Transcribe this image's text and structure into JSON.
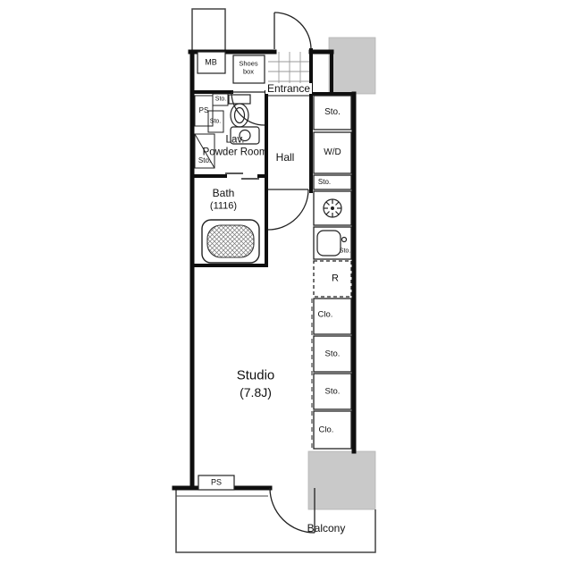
{
  "plan_title": "Studio apartment floor plan",
  "labels": {
    "mb": "MB",
    "shoes_box": [
      "Shoes",
      "box"
    ],
    "entrance": "Entrance",
    "sto": "Sto.",
    "ps": "PS",
    "lav_powder_room": [
      "Lav.",
      "Powder Room"
    ],
    "hall": "Hall",
    "wd": "W/D",
    "bath": [
      "Bath",
      "(1116)"
    ],
    "r": "R",
    "clo": "Clo.",
    "studio": [
      "Studio",
      "(7.8J)"
    ],
    "balcony": "Balcony"
  },
  "colors": {
    "wall": "#0f0f0f",
    "fixture_line": "#222222",
    "thin_line": "#444444",
    "core_fill": "#c9c9c9",
    "background": "#ffffff"
  }
}
